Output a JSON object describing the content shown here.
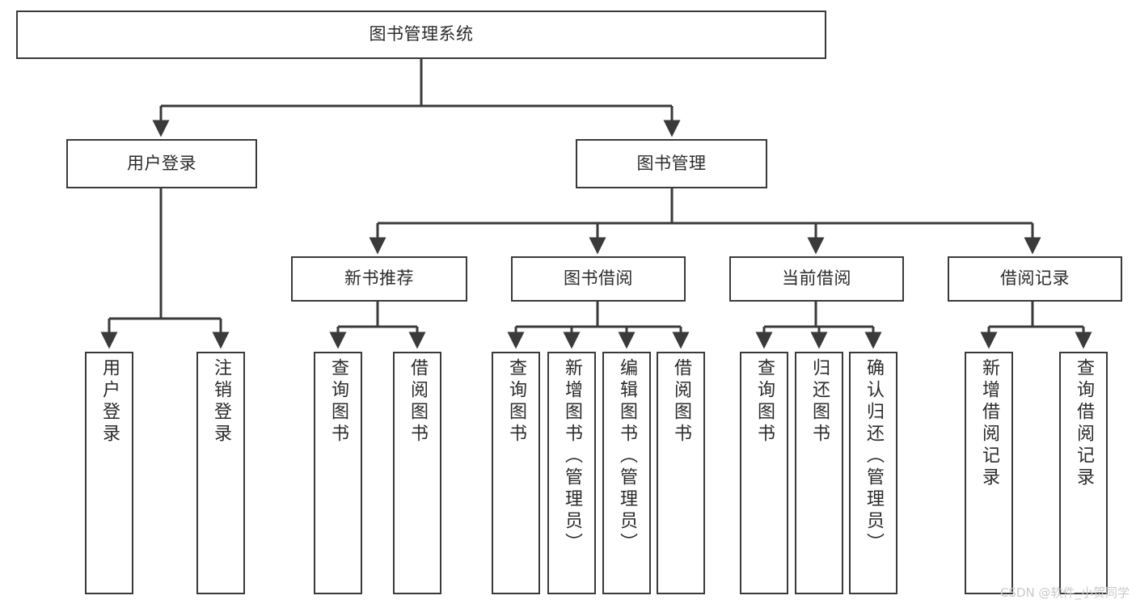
{
  "diagram": {
    "title": "图书管理系统",
    "type": "tree",
    "colors": {
      "background": "#ffffff",
      "border": "#3a3a3a",
      "text": "#2b2b2b",
      "edge": "#3a3a3a",
      "watermark": "#c9c9c9"
    },
    "nodes": {
      "root": {
        "label": "图书管理系统"
      },
      "level1": [
        {
          "label": "用户登录"
        },
        {
          "label": "图书管理"
        }
      ],
      "level2": [
        {
          "label": "新书推荐"
        },
        {
          "label": "图书借阅"
        },
        {
          "label": "当前借阅"
        },
        {
          "label": "借阅记录"
        }
      ],
      "leaves": {
        "user_login": [
          {
            "label": "用户登录"
          },
          {
            "label": "注销登录"
          }
        ],
        "new_book_recommend": [
          {
            "label": "查询图书"
          },
          {
            "label": "借阅图书"
          }
        ],
        "book_borrow": [
          {
            "label": "查询图书"
          },
          {
            "label": "新增图书（管理员）"
          },
          {
            "label": "编辑图书（管理员）"
          },
          {
            "label": "借阅图书"
          }
        ],
        "current_borrow": [
          {
            "label": "查询图书"
          },
          {
            "label": "归还图书"
          },
          {
            "label": "确认归还（管理员）"
          }
        ],
        "borrow_record": [
          {
            "label": "新增借阅记录"
          },
          {
            "label": "查询借阅记录"
          }
        ]
      }
    },
    "watermark": "CSDN @软件_小贺同学"
  }
}
